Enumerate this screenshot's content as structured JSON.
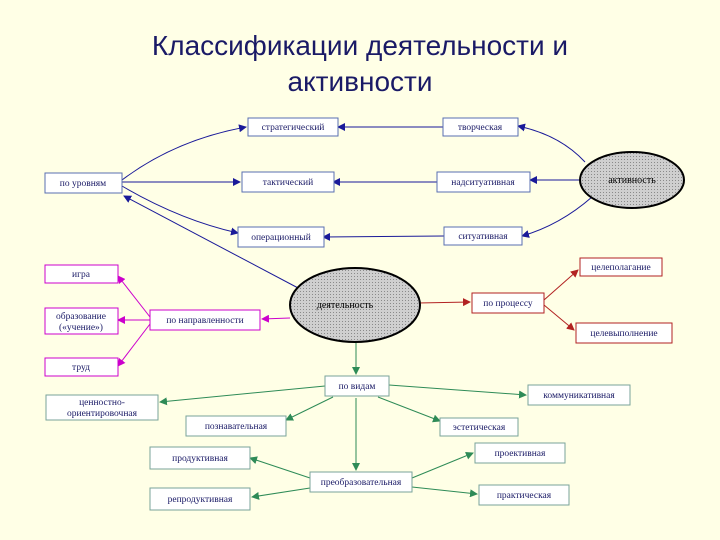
{
  "title": {
    "line1": "Классификации деятельности и",
    "line2": "активности"
  },
  "colors": {
    "background": "#ffffe6",
    "title": "#1a1a66",
    "blue": "#1a1a99",
    "magenta": "#cc00cc",
    "green": "#2e8b57",
    "red": "#b22222",
    "node_border_blue": "#5a6fb0",
    "node_border_magenta": "#cc00cc",
    "node_border_green": "#7aa39a",
    "node_border_red": "#b22222",
    "oval_fill": "#bdbdbd"
  },
  "nodes": {
    "aktivnost": "активность",
    "deyatelnost": "деятельность",
    "strategic": "стратегический",
    "tactical": "тактический",
    "operational": "операционный",
    "creative": "творческая",
    "adaptive": "надситуативная",
    "situational": "ситуативная",
    "by_levels": "по уровням",
    "game": "игра",
    "education_1": "образование",
    "education_2": "(«учение»)",
    "labor": "труд",
    "by_direction": "по направленности",
    "by_process": "по процессу",
    "goal_setting": "целеполагание",
    "goal_execution": "целевыполнение",
    "by_types": "по видам",
    "value_1": "ценностно-",
    "value_2": "ориентировочная",
    "communicative": "коммуникативная",
    "cognitive": "познавательная",
    "aesthetic": "эстетическая",
    "productive": "продуктивная",
    "projective": "проективная",
    "transformative": "преобразовательная",
    "reproductive": "репродуктивная",
    "practical": "практическая"
  }
}
